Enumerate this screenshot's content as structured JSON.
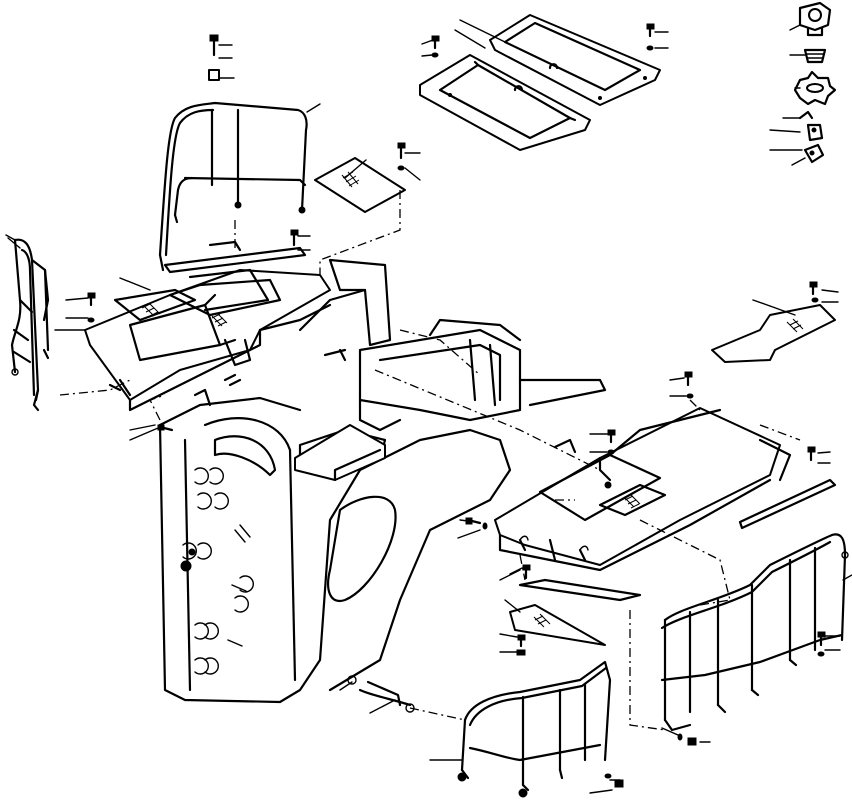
{
  "diagram": {
    "type": "exploded-parts-view",
    "background": "#ffffff",
    "ink": "#000000",
    "parts": [
      {
        "icon": "loader-frame",
        "leader_count": 0
      },
      {
        "icon": "cab-handrail",
        "leader_count": 1
      },
      {
        "icon": "side-ladder",
        "leader_count": 1
      },
      {
        "icon": "top-cover-plate",
        "leader_count": 2
      },
      {
        "icon": "left-fender",
        "leader_count": 2
      },
      {
        "icon": "right-fender",
        "leader_count": 2
      },
      {
        "icon": "rear-guard-rail",
        "leader_count": 2
      },
      {
        "icon": "front-guard-rail",
        "leader_count": 1
      },
      {
        "icon": "bolt",
        "leader_count": 14
      },
      {
        "icon": "filler-cap",
        "leader_count": 5
      }
    ]
  }
}
